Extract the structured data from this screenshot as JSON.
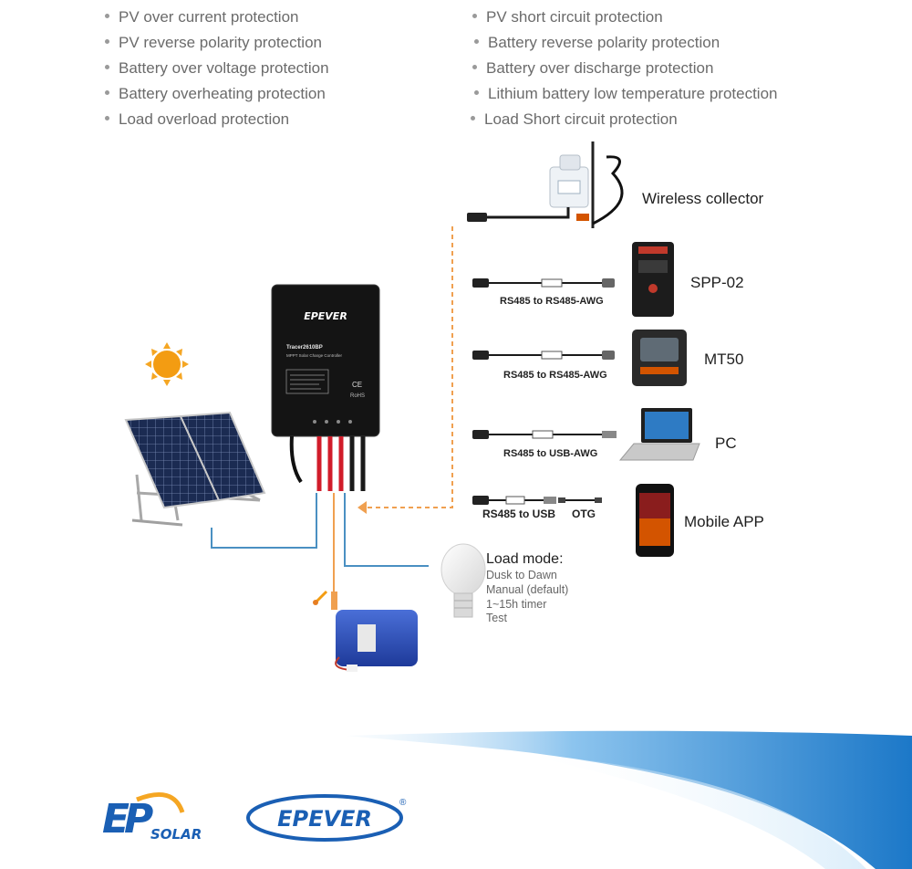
{
  "protections": {
    "left": [
      "PV over current  protection",
      "PV reverse polarity   protection",
      "Battery over voltage   protection",
      "Battery overheating protection",
      "Load overload  protection"
    ],
    "right": [
      "PV short circuit protection",
      "Battery reverse polarity  protection",
      "Battery over discharge  protection",
      "Lithium battery low temperature protection",
      "Load Short circuit  protection"
    ]
  },
  "devices": {
    "wireless": "Wireless collector",
    "spp": "SPP-02",
    "mt50": "MT50",
    "pc": "PC",
    "mobile": "Mobile APP"
  },
  "cables": {
    "spp": "RS485 to RS485-AWG",
    "mt50": "RS485 to RS485-AWG",
    "pc": "RS485 to USB-AWG",
    "mobile_usb": "RS485 to USB",
    "mobile_otg": "OTG"
  },
  "load_mode": {
    "title": "Load mode:",
    "items": [
      "Dusk to Dawn",
      "Manual (default)",
      "1~15h timer",
      "Test"
    ]
  },
  "controller": {
    "brand": "EPEVER",
    "model": "Tracer2610BP",
    "subtitle": "MPPT Solar Charge Controller",
    "ce": "CE",
    "rohs": "RoHS"
  },
  "logos": {
    "ep": "EP",
    "solar": "SOLAR",
    "epever": "EPEVER",
    "registered": "®"
  },
  "colors": {
    "orange_dash": "#f0a050",
    "blue_line": "#4a90c2",
    "sun": "#f39c12",
    "epever_blue": "#1a5fb4",
    "ep_orange": "#f5a623"
  }
}
